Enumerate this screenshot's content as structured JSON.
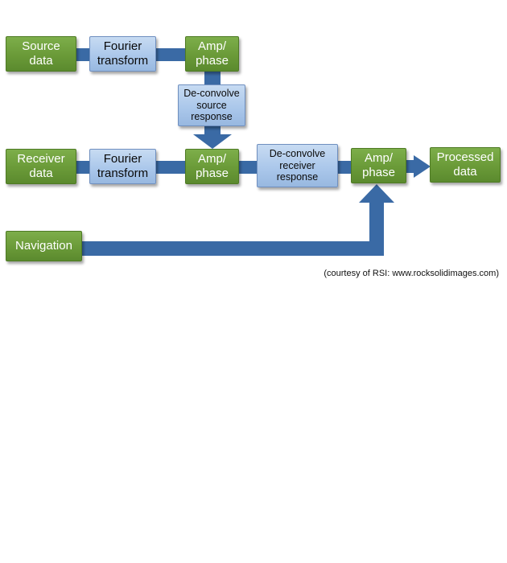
{
  "diagram": {
    "nodes": {
      "source_data": "Source\ndata",
      "fourier_1": "Fourier\ntransform",
      "amp_phase_1": "Amp/\nphase",
      "deconvolve_source": "De-convolve\nsource\nresponse",
      "receiver_data": "Receiver\ndata",
      "fourier_2": "Fourier\ntransform",
      "amp_phase_2": "Amp/\nphase",
      "deconvolve_receiver": "De-convolve\nreceiver\nresponse",
      "amp_phase_3": "Amp/\nphase",
      "processed_data": "Processed\ndata",
      "navigation": "Navigation"
    },
    "credit": "(courtesy of RSI: www.rocksolidimages.com)"
  },
  "colors": {
    "arrow": "#3a6aa5",
    "input_box": "#6a9a38",
    "process_box": "#a9c6ea"
  }
}
